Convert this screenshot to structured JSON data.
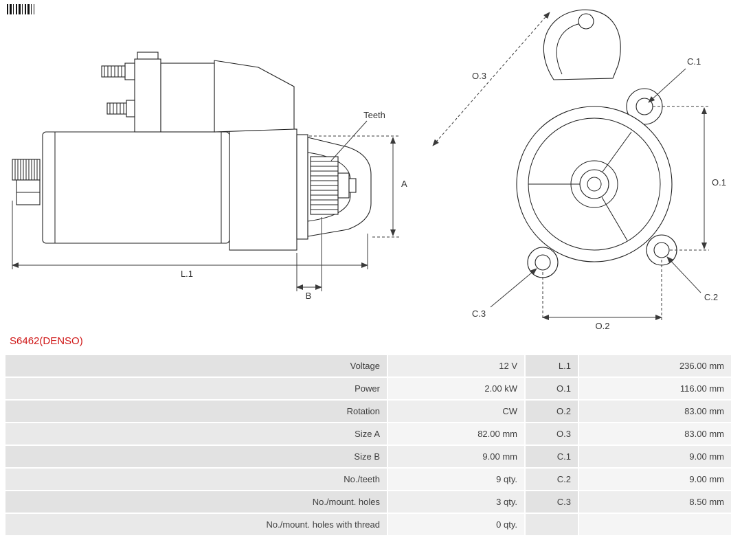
{
  "part": {
    "number": "S6462(DENSO)",
    "color": "#cf1616"
  },
  "diagram": {
    "side_view": {
      "labels": {
        "teeth": "Teeth",
        "a": "A",
        "l1": "L.1",
        "b": "B"
      }
    },
    "front_view": {
      "labels": {
        "o3": "O.3",
        "c1": "C.1",
        "o1": "O.1",
        "c3": "C.3",
        "c2": "C.2",
        "o2": "O.2"
      }
    }
  },
  "table": {
    "rows": [
      {
        "label": "Voltage",
        "value": "12 V",
        "label2": "L.1",
        "value2": "236.00 mm"
      },
      {
        "label": "Power",
        "value": "2.00 kW",
        "label2": "O.1",
        "value2": "116.00 mm"
      },
      {
        "label": "Rotation",
        "value": "CW",
        "label2": "O.2",
        "value2": "83.00 mm"
      },
      {
        "label": "Size A",
        "value": "82.00 mm",
        "label2": "O.3",
        "value2": "83.00 mm"
      },
      {
        "label": "Size B",
        "value": "9.00 mm",
        "label2": "C.1",
        "value2": "9.00 mm"
      },
      {
        "label": "No./teeth",
        "value": "9 qty.",
        "label2": "C.2",
        "value2": "9.00 mm"
      },
      {
        "label": "No./mount. holes",
        "value": "3 qty.",
        "label2": "C.3",
        "value2": "8.50 mm"
      },
      {
        "label": "No./mount. holes with thread",
        "value": "0 qty.",
        "label2": "",
        "value2": ""
      }
    ]
  }
}
